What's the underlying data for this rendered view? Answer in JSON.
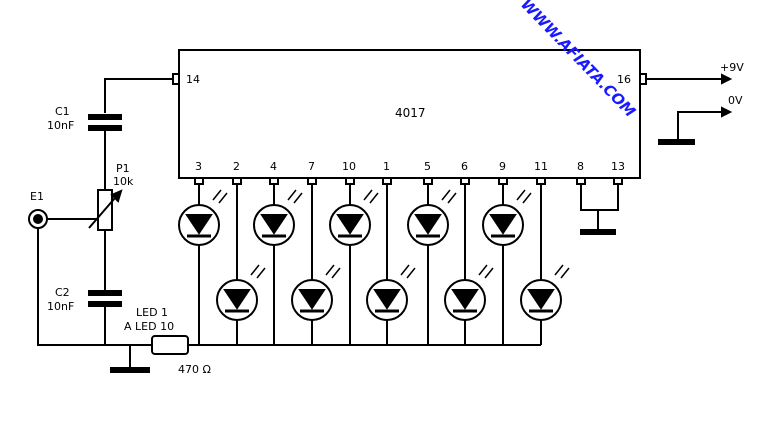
{
  "ic": {
    "name": "4017",
    "pin_left": "14",
    "pin_right": "16",
    "bottom_pins": [
      "3",
      "2",
      "4",
      "7",
      "10",
      "1",
      "5",
      "6",
      "9",
      "11",
      "8",
      "13"
    ]
  },
  "labels": {
    "supply": "+9V",
    "ground": "0V",
    "c1_ref": "C1",
    "c1_val": "10nF",
    "p1_ref": "P1",
    "p1_val": "10k",
    "e1": "E1",
    "c2_ref": "C2",
    "c2_val": "10nF",
    "led_line1": "LED 1",
    "led_line2": "A LED 10",
    "resistor": "470 Ω"
  },
  "watermark": "WWW.AFIATA.COM"
}
